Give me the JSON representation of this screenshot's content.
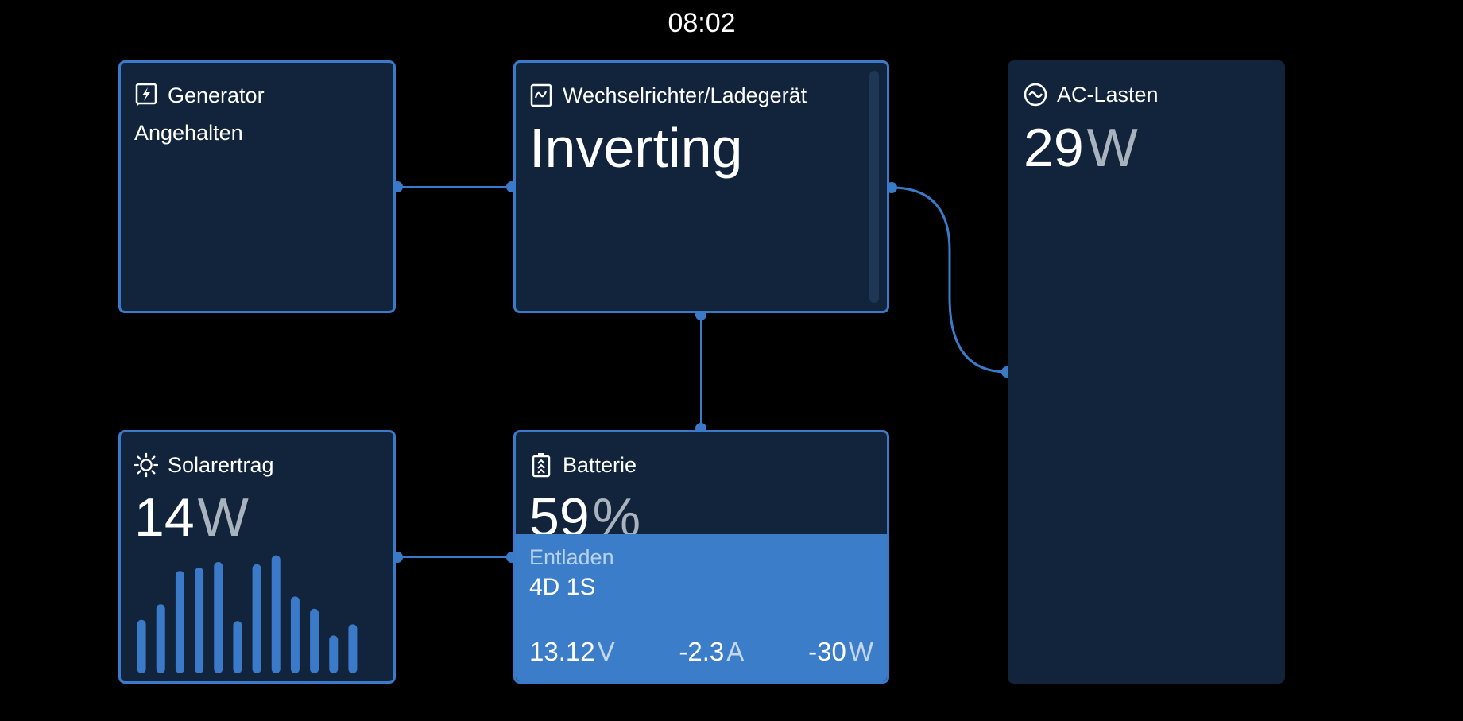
{
  "clock": "08:02",
  "generator": {
    "title": "Generator",
    "status": "Angehalten",
    "icon": "generator-icon"
  },
  "inverter": {
    "title": "Wechselrichter/Ladegerät",
    "state": "Inverting",
    "icon": "inverter-icon"
  },
  "ac_loads": {
    "title": "AC-Lasten",
    "value": "29",
    "unit": "W",
    "icon": "ac-icon"
  },
  "solar": {
    "title": "Solarertrag",
    "value": "14",
    "unit": "W",
    "icon": "sun-icon",
    "history": [
      0.48,
      0.62,
      0.92,
      0.95,
      1.0,
      0.47,
      0.98,
      1.06,
      0.69,
      0.58,
      0.34,
      0.44
    ]
  },
  "battery": {
    "title": "Batterie",
    "soc": "59",
    "soc_unit": "%",
    "icon": "battery-icon",
    "state": "Entladen",
    "name": "4D 1S",
    "voltage": "13.12",
    "voltage_unit": "V",
    "current": "-2.3",
    "current_unit": "A",
    "power": "-30",
    "power_unit": "W"
  },
  "colors": {
    "card_bg": "#11243b",
    "accent": "#3a7ac8",
    "battery_fill": "#3b7dc8"
  }
}
